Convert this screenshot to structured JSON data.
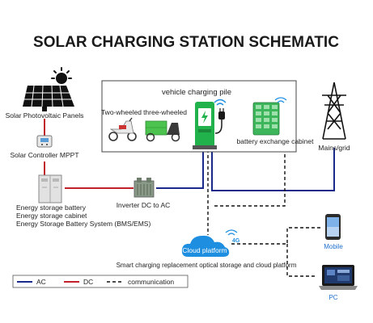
{
  "title": "SOLAR CHARGING STATION SCHEMATIC",
  "labels": {
    "solar_panels": "Solar Photovoltaic Panels",
    "solar_controller": "Solar Controller MPPT",
    "vehicle_pile": "vehicle charging pile",
    "two_wheeled": "Two-wheeled",
    "three_wheeled": "three-wheeled",
    "battery_cabinet": "battery exchange cabinet",
    "mains_grid": "Mains/grid",
    "storage_line1": "Energy storage battery",
    "storage_line2": "Energy storage cabinet",
    "storage_line3": "Energy Storage Battery System (BMS/EMS)",
    "inverter": "Inverter DC to AC",
    "cloud": "Cloud platform",
    "cloud_4g": "4G",
    "platform_caption": "Smart charging replacement optical storage and cloud platform",
    "mobile": "Mobile",
    "pc": "PC"
  },
  "legend": {
    "ac": "AC",
    "dc": "DC",
    "comm": "communication"
  },
  "colors": {
    "ac": "#1a2a8a",
    "dc": "#c0202a",
    "comm": "#111111",
    "cloud": "#1e8fe0",
    "pile": "#22b24c"
  }
}
